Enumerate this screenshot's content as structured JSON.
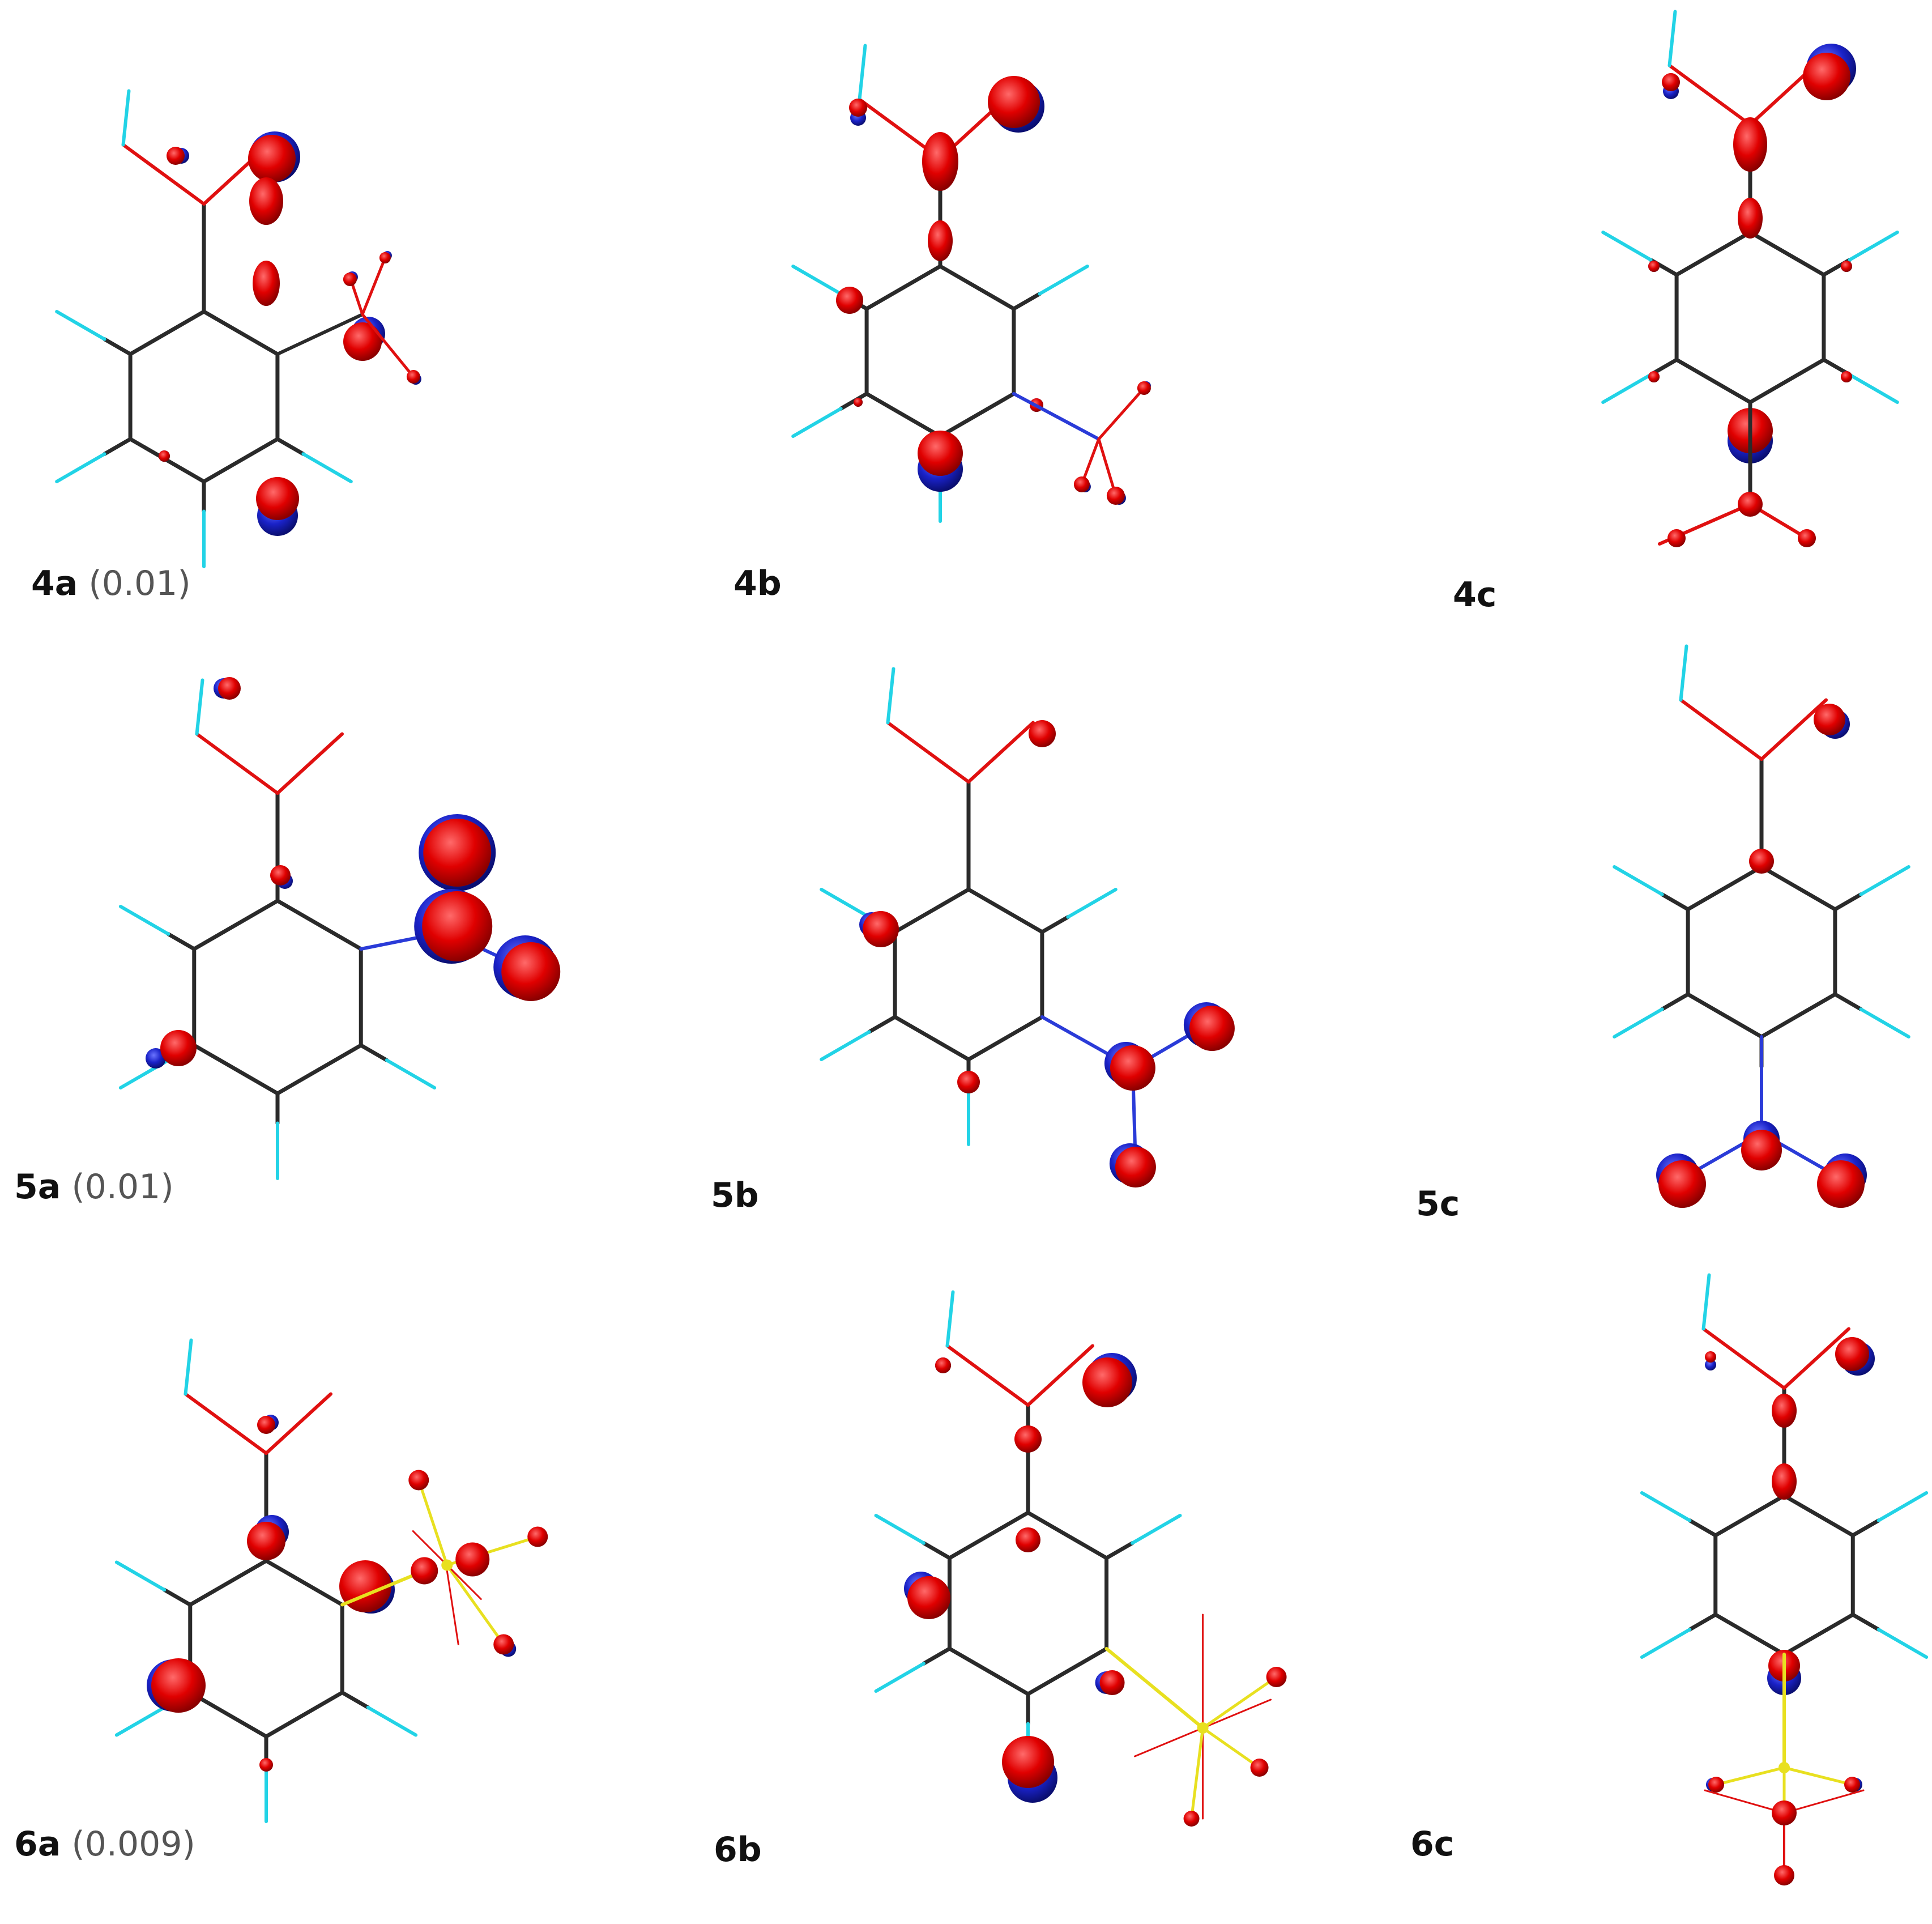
{
  "panels": [
    {
      "id": "4a",
      "label": "4a",
      "value": "(0.01)"
    },
    {
      "id": "4b",
      "label": "4b",
      "value": ""
    },
    {
      "id": "4c",
      "label": "4c",
      "value": ""
    },
    {
      "id": "5a",
      "label": "5a",
      "value": "(0.01)"
    },
    {
      "id": "5b",
      "label": "5b",
      "value": ""
    },
    {
      "id": "5c",
      "label": "5c",
      "value": ""
    },
    {
      "id": "6a",
      "label": "6a",
      "value": "(0.009)"
    },
    {
      "id": "6b",
      "label": "6b",
      "value": ""
    },
    {
      "id": "6c",
      "label": "6c",
      "value": ""
    }
  ],
  "colors": {
    "background": "#ffffff",
    "bond_carbon": "#2a2a2a",
    "bond_hydrogen": "#22d3e6",
    "bond_oxygen": "#e01010",
    "bond_nitrogen": "#2a3bd8",
    "bond_sulfur": "#e8e020",
    "lobe_positive": "#e00000",
    "lobe_negative": "#1a22c8"
  }
}
